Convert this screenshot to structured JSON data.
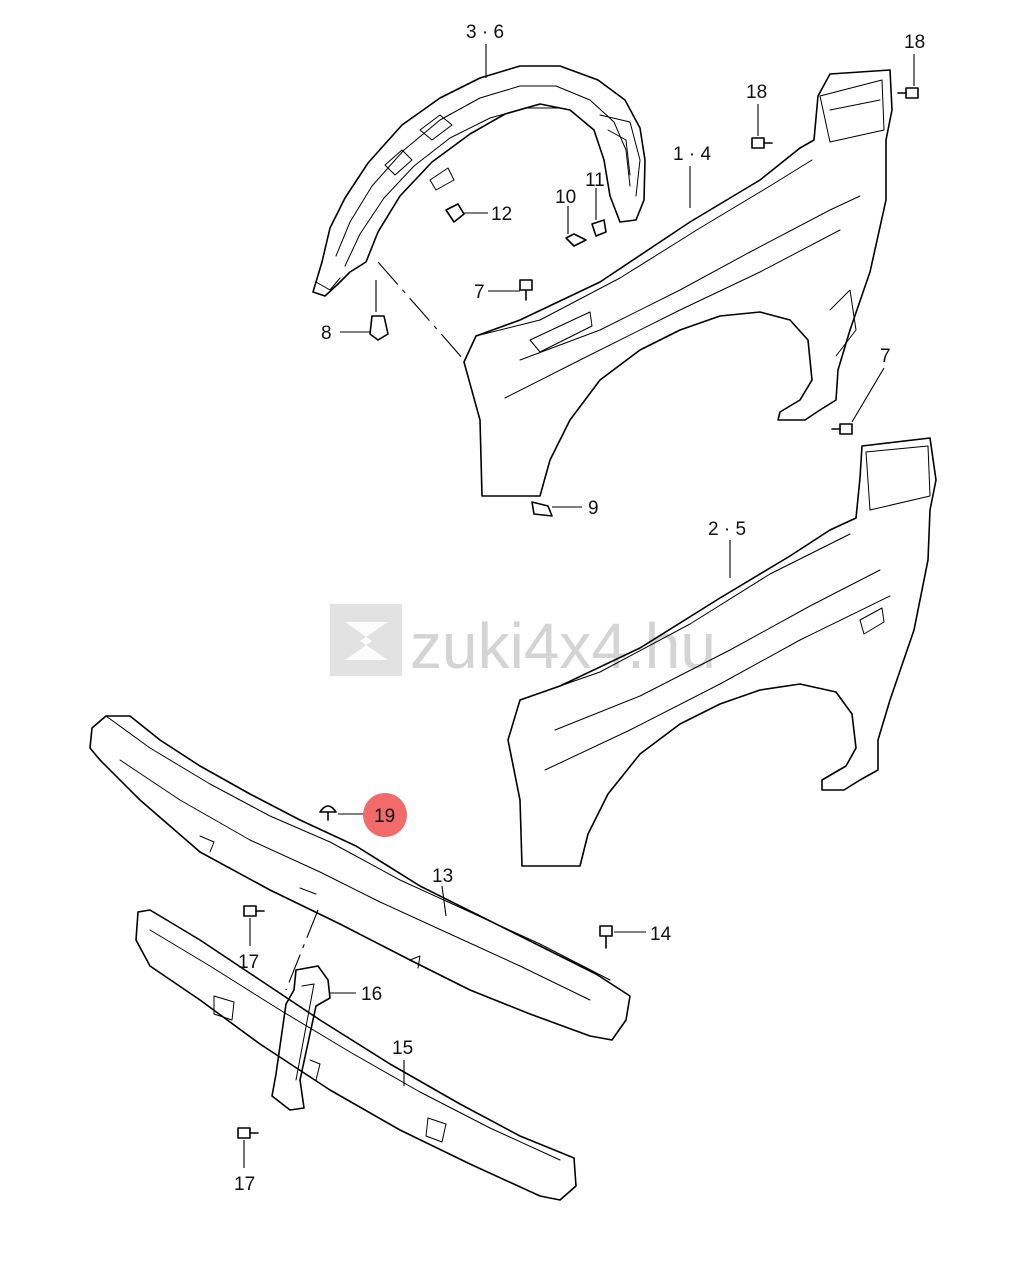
{
  "watermark": {
    "text": "zuki4x4.hu"
  },
  "highlight_color": "#f26a6a",
  "callouts": {
    "c36": "3 · 6",
    "c14": "1 · 4",
    "c25": "2 · 5",
    "c18a": "18",
    "c18b": "18",
    "c12": "12",
    "c10": "10",
    "c11": "11",
    "c7a": "7",
    "c7b": "7",
    "c8": "8",
    "c9": "9",
    "c19": "19",
    "c13": "13",
    "c14b": "14",
    "c17a": "17",
    "c16": "16",
    "c15": "15",
    "c17b": "17"
  }
}
